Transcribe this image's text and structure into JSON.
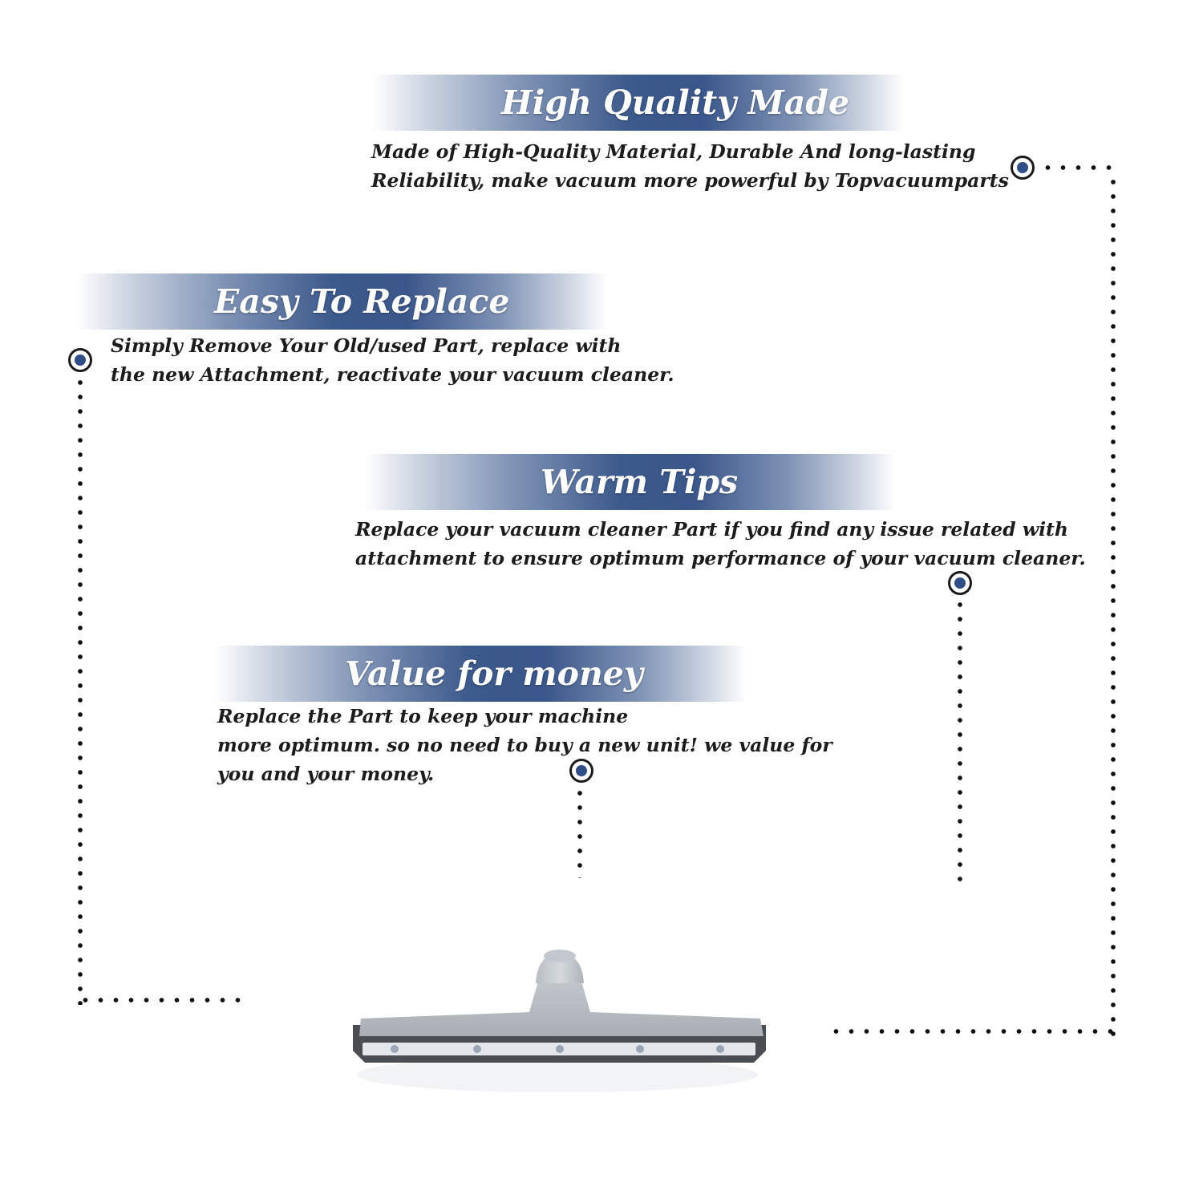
{
  "sections": [
    {
      "title": "High Quality Made",
      "lines": [
        "Made of  High-Quality Material, Durable And long-lasting",
        "Reliability, make vacuum more powerful by Topvacuumparts"
      ]
    },
    {
      "title": "Easy To Replace",
      "lines": [
        "Simply Remove Your Old/used Part, replace with",
        "the new Attachment, reactivate your vacuum cleaner."
      ]
    },
    {
      "title": "Warm Tips",
      "lines": [
        "Replace your vacuum cleaner Part if you find any issue related with",
        " attachment to ensure optimum performance of your vacuum cleaner."
      ]
    },
    {
      "title": "Value for money",
      "lines": [
        "Replace the Part to keep your machine",
        "more optimum. so no need to buy a new unit! we value for",
        "you and your money."
      ]
    }
  ],
  "colors": {
    "banner_blue": "#3d5a8c",
    "bullet_blue": "#2f4f86",
    "text": "#1c1c1c"
  },
  "icons": {
    "bullet": "bullet-dot-icon",
    "product": "squeegee-floor-tool-icon"
  }
}
